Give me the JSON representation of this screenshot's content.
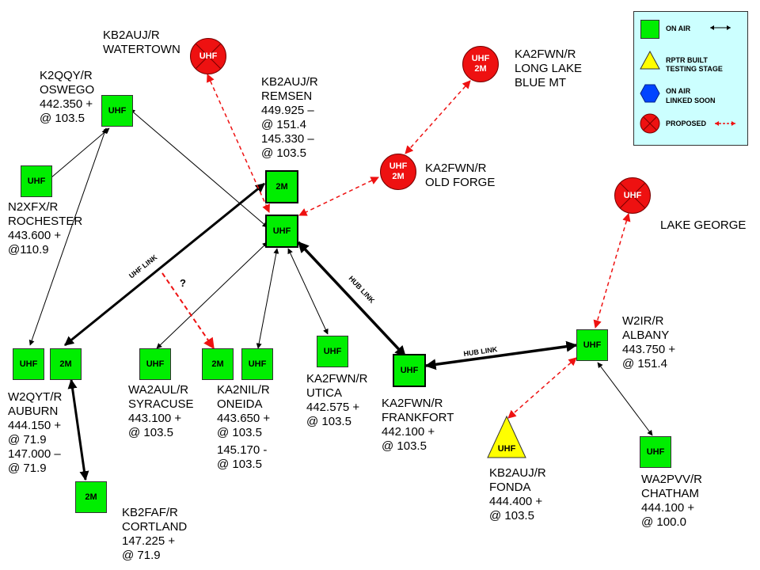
{
  "legend": {
    "on_air": "ON AIR",
    "built_line1": "RPTR BUILT",
    "built_line2": "TESTING STAGE",
    "linked_line1": "ON AIR",
    "linked_line2": "LINKED SOON",
    "proposed": "PROPOSED"
  },
  "nodes": {
    "watertown": {
      "badge": "UHF",
      "call": "KB2AUJ/R",
      "city": "WATERTOWN"
    },
    "oswego": {
      "badge": "UHF",
      "call": "K2QQY/R",
      "city": "OSWEGO",
      "freq": "442.350 +",
      "tone": "@ 103.5"
    },
    "remsen": {
      "badge_2m": "2M",
      "badge_uhf": "UHF",
      "call": "KB2AUJ/R",
      "city": "REMSEN",
      "freq1": "449.925 –",
      "tone1": "@ 151.4",
      "freq2": "145.330 –",
      "tone2": "@ 103.5"
    },
    "longlake": {
      "badge1": "UHF",
      "badge2": "2M",
      "call": "KA2FWN/R",
      "city1": "LONG LAKE",
      "city2": "BLUE MT"
    },
    "oldforge": {
      "badge1": "UHF",
      "badge2": "2M",
      "call": "KA2FWN/R",
      "city": "OLD FORGE"
    },
    "lakegeorge": {
      "badge": "UHF",
      "city": "LAKE GEORGE"
    },
    "rochester": {
      "badge": "UHF",
      "call": "N2XFX/R",
      "city": "ROCHESTER",
      "freq": "443.600 +",
      "tone": "@110.9"
    },
    "auburn": {
      "badge_uhf": "UHF",
      "badge_2m": "2M",
      "call": "W2QYT/R",
      "city": "AUBURN",
      "freq1": "444.150 +",
      "tone1": "@ 71.9",
      "freq2": "147.000 –",
      "tone2": "@ 71.9"
    },
    "syracuse": {
      "badge": "UHF",
      "call": "WA2AUL/R",
      "city": "SYRACUSE",
      "freq": "443.100 +",
      "tone": "@ 103.5"
    },
    "oneida": {
      "badge_2m": "2M",
      "badge_uhf": "UHF",
      "call": "KA2NIL/R",
      "city": "ONEIDA",
      "freq1": "443.650 +",
      "tone1": "@ 103.5",
      "freq2": "145.170 -",
      "tone2": "@ 103.5"
    },
    "utica": {
      "badge": "UHF",
      "call": "KA2FWN/R",
      "city": "UTICA",
      "freq": "442.575 +",
      "tone": "@ 103.5"
    },
    "frankfort": {
      "badge": "UHF",
      "call": "KA2FWN/R",
      "city": "FRANKFORT",
      "freq": "442.100 +",
      "tone": "@ 103.5"
    },
    "albany": {
      "badge": "UHF",
      "call": "W2IR/R",
      "city": "ALBANY",
      "freq": "443.750 +",
      "tone": "@ 151.4"
    },
    "fonda": {
      "badge": "UHF",
      "call": "KB2AUJ/R",
      "city": "FONDA",
      "freq": "444.400 +",
      "tone": "@ 103.5"
    },
    "chatham": {
      "badge": "UHF",
      "call": "WA2PVV/R",
      "city": "CHATHAM",
      "freq": "444.100 +",
      "tone": "@ 100.0"
    },
    "cortland": {
      "badge": "2M",
      "call": "KB2FAF/R",
      "city": "CORTLAND",
      "freq": "147.225 +",
      "tone": "@ 71.9"
    }
  },
  "link_labels": {
    "uhf_link": "UHF LINK",
    "hub_link_1": "HUB LINK",
    "hub_link_2": "HUB LINK",
    "question": "?"
  },
  "colors": {
    "on_air": "#00ee00",
    "proposed": "#ee1111",
    "testing": "#ffff00",
    "linked_soon": "#0044ff",
    "legend_bg": "#ccffff"
  }
}
